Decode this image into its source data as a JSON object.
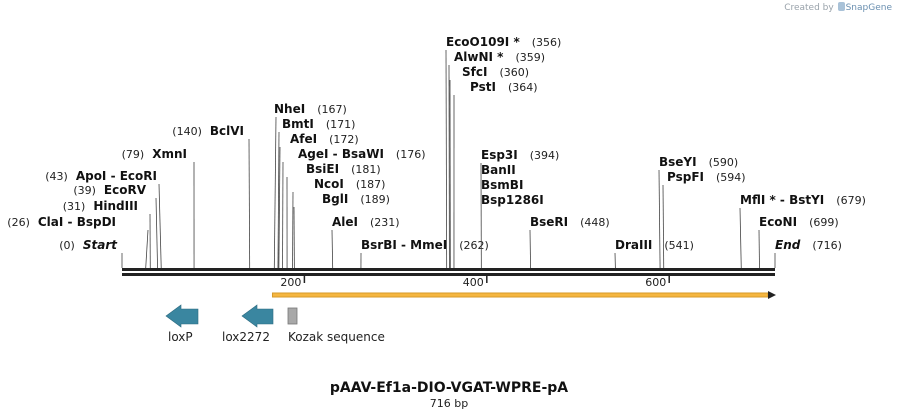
{
  "credit": {
    "prefix": "Created by",
    "brand": "SnapGene"
  },
  "title": "pAAV-Ef1a-DIO-VGAT-WPRE-pA",
  "subtitle": "716 bp",
  "sequence_length": 716,
  "ruler": {
    "ticks": [
      200,
      400,
      600
    ]
  },
  "sites": [
    {
      "label": "Start",
      "pos": "(0)",
      "bp": 0,
      "side": "left",
      "italic": true
    },
    {
      "label": "ClaI  -  BspDI",
      "pos": "(26)",
      "bp": 26,
      "side": "left"
    },
    {
      "label": "HindIII",
      "pos": "(31)",
      "bp": 31,
      "side": "left"
    },
    {
      "label": "EcoRV",
      "pos": "(39)",
      "bp": 39,
      "side": "left"
    },
    {
      "label": "ApoI  -  EcoRI",
      "pos": "(43)",
      "bp": 43,
      "side": "left"
    },
    {
      "label": "XmnI",
      "pos": "(79)",
      "bp": 79,
      "side": "left"
    },
    {
      "label": "BclVI",
      "pos": "(140)",
      "bp": 140,
      "side": "left"
    },
    {
      "label": "NheI",
      "pos": "(167)",
      "bp": 167,
      "side": "right"
    },
    {
      "label": "BmtI",
      "pos": "(171)",
      "bp": 171,
      "side": "right"
    },
    {
      "label": "AfeI",
      "pos": "(172)",
      "bp": 172,
      "side": "right"
    },
    {
      "label": "AgeI  -  BsaWI",
      "pos": "(176)",
      "bp": 176,
      "side": "right"
    },
    {
      "label": "BsiEI",
      "pos": "(181)",
      "bp": 181,
      "side": "right"
    },
    {
      "label": "NcoI",
      "pos": "(187)",
      "bp": 187,
      "side": "right"
    },
    {
      "label": "BglI",
      "pos": "(189)",
      "bp": 189,
      "side": "right"
    },
    {
      "label": "AleI",
      "pos": "(231)",
      "bp": 231,
      "side": "right"
    },
    {
      "label": "BsrBI  -  MmeI",
      "pos": "(262)",
      "bp": 262,
      "side": "right"
    },
    {
      "label": "EcoO109I *",
      "pos": "(356)",
      "bp": 356,
      "side": "right"
    },
    {
      "label": "AlwNI *",
      "pos": "(359)",
      "bp": 359,
      "side": "right"
    },
    {
      "label": "SfcI",
      "pos": "(360)",
      "bp": 360,
      "side": "right"
    },
    {
      "label": "PstI",
      "pos": "(364)",
      "bp": 364,
      "side": "right"
    },
    {
      "label": "Esp3I",
      "pos": "(394)",
      "bp": 394,
      "side": "right"
    },
    {
      "label": "BanII",
      "pos": "",
      "bp": 394,
      "side": "right"
    },
    {
      "label": "BsmBI",
      "pos": "",
      "bp": 394,
      "side": "right"
    },
    {
      "label": "Bsp1286I",
      "pos": "",
      "bp": 394,
      "side": "right"
    },
    {
      "label": "BseRI",
      "pos": "(448)",
      "bp": 448,
      "side": "right"
    },
    {
      "label": "DraIII",
      "pos": "(541)",
      "bp": 541,
      "side": "right"
    },
    {
      "label": "BseYI",
      "pos": "(590)",
      "bp": 590,
      "side": "right"
    },
    {
      "label": "PspFI",
      "pos": "(594)",
      "bp": 594,
      "side": "right"
    },
    {
      "label": "MflI *  -  BstYI",
      "pos": "(679)",
      "bp": 679,
      "side": "right"
    },
    {
      "label": "EcoNI",
      "pos": "(699)",
      "bp": 699,
      "side": "right"
    },
    {
      "label": "End",
      "pos": "(716)",
      "bp": 716,
      "side": "right",
      "italic": true
    }
  ],
  "features": [
    {
      "name": "loxP",
      "kind": "arrow-left",
      "color": "#3a86a0"
    },
    {
      "name": "lox2272",
      "kind": "arrow-left",
      "color": "#3a86a0"
    },
    {
      "name": "Kozak sequence",
      "kind": "box",
      "color": "#a8a8a8"
    }
  ],
  "orf": {
    "from": 165,
    "to": 716,
    "color": "#f0a830"
  }
}
